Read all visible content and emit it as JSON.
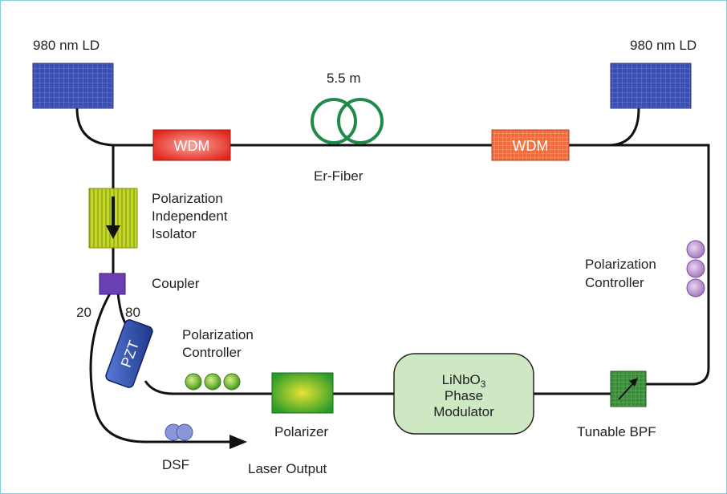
{
  "labels": {
    "ld_left": "980 nm LD",
    "ld_right": "980 nm LD",
    "fiber_length": "5.5 m",
    "er_fiber": "Er-Fiber",
    "wdm_left": "WDM",
    "wdm_right": "WDM",
    "isolator_line1": "Polarization",
    "isolator_line2": "Independent",
    "isolator_line3": "Isolator",
    "coupler": "Coupler",
    "port_20": "20",
    "port_80": "80",
    "pzt": "PZT",
    "pc_left_line1": "Polarization",
    "pc_left_line2": "Controller",
    "pc_right_line1": "Polarization",
    "pc_right_line2": "Controller",
    "polarizer": "Polarizer",
    "modulator_line1_main": "LiNbO",
    "modulator_line1_sub": "3",
    "modulator_line2": "Phase",
    "modulator_line3": "Modulator",
    "tunable_bpf": "Tunable BPF",
    "dsf": "DSF",
    "laser_output": "Laser Output"
  },
  "colors": {
    "fiber": "#111111",
    "ld_fill": "#3a4fae",
    "wdm_left_fill": "#e3261c",
    "wdm_right_fill": "#f26a3a",
    "er_coil": "#1f8a4a",
    "isolator_fill": "#c4d62a",
    "coupler_fill": "#6a3fb3",
    "pzt_fill": "#2a4aa8",
    "pc_green": "#6fbf2a",
    "pc_purple": "#b58ccc",
    "polarizer_fill": "#2a9a2a",
    "modulator_fill": "#cde8c2",
    "bpf_fill": "#3a8a3a",
    "dsf_fill": "#8a96d8",
    "frame": "#7fd3dd"
  }
}
